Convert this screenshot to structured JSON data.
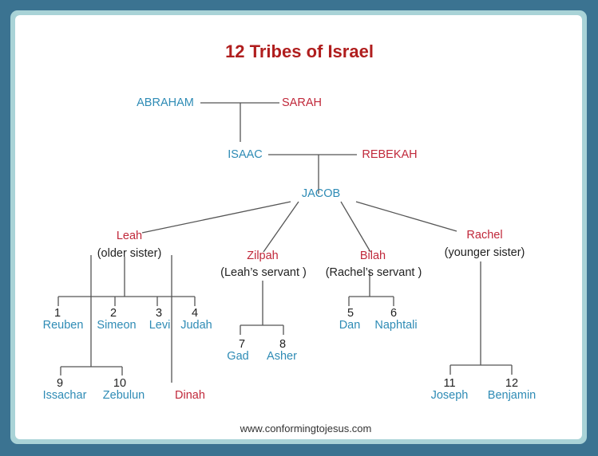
{
  "title": "12 Tribes of Israel",
  "colors": {
    "background": "#3b7391",
    "frame": "#a9d3d7",
    "panel": "#ffffff",
    "title": "#b01e1e",
    "male": "#2e8bb5",
    "female": "#c0283a",
    "line": "#555555"
  },
  "generations": {
    "abraham": "ABRAHAM",
    "sarah": "SARAH",
    "isaac": "ISAAC",
    "rebekah": "REBEKAH",
    "jacob": "JACOB"
  },
  "mothers": [
    {
      "name": "Leah",
      "note": "(older sister)"
    },
    {
      "name": "Zilpah",
      "note": "(Leah’s servant )"
    },
    {
      "name": "Bilah",
      "note": "(Rachel’s servant )"
    },
    {
      "name": "Rachel",
      "note": "(younger sister)"
    }
  ],
  "tribes": [
    {
      "num": "1",
      "name": "Reuben",
      "mother": "Leah"
    },
    {
      "num": "2",
      "name": "Simeon",
      "mother": "Leah"
    },
    {
      "num": "3",
      "name": "Levi",
      "mother": "Leah"
    },
    {
      "num": "4",
      "name": "Judah",
      "mother": "Leah"
    },
    {
      "num": "5",
      "name": "Dan",
      "mother": "Bilah"
    },
    {
      "num": "6",
      "name": "Naphtali",
      "mother": "Bilah"
    },
    {
      "num": "7",
      "name": "Gad",
      "mother": "Zilpah"
    },
    {
      "num": "8",
      "name": "Asher",
      "mother": "Zilpah"
    },
    {
      "num": "9",
      "name": "Issachar",
      "mother": "Leah"
    },
    {
      "num": "10",
      "name": "Zebulun",
      "mother": "Leah"
    },
    {
      "num": "11",
      "name": "Joseph",
      "mother": "Rachel"
    },
    {
      "num": "12",
      "name": "Benjamin",
      "mother": "Rachel"
    }
  ],
  "daughter": {
    "name": "Dinah",
    "mother": "Leah"
  },
  "footer": "www.conformingtojesus.com"
}
